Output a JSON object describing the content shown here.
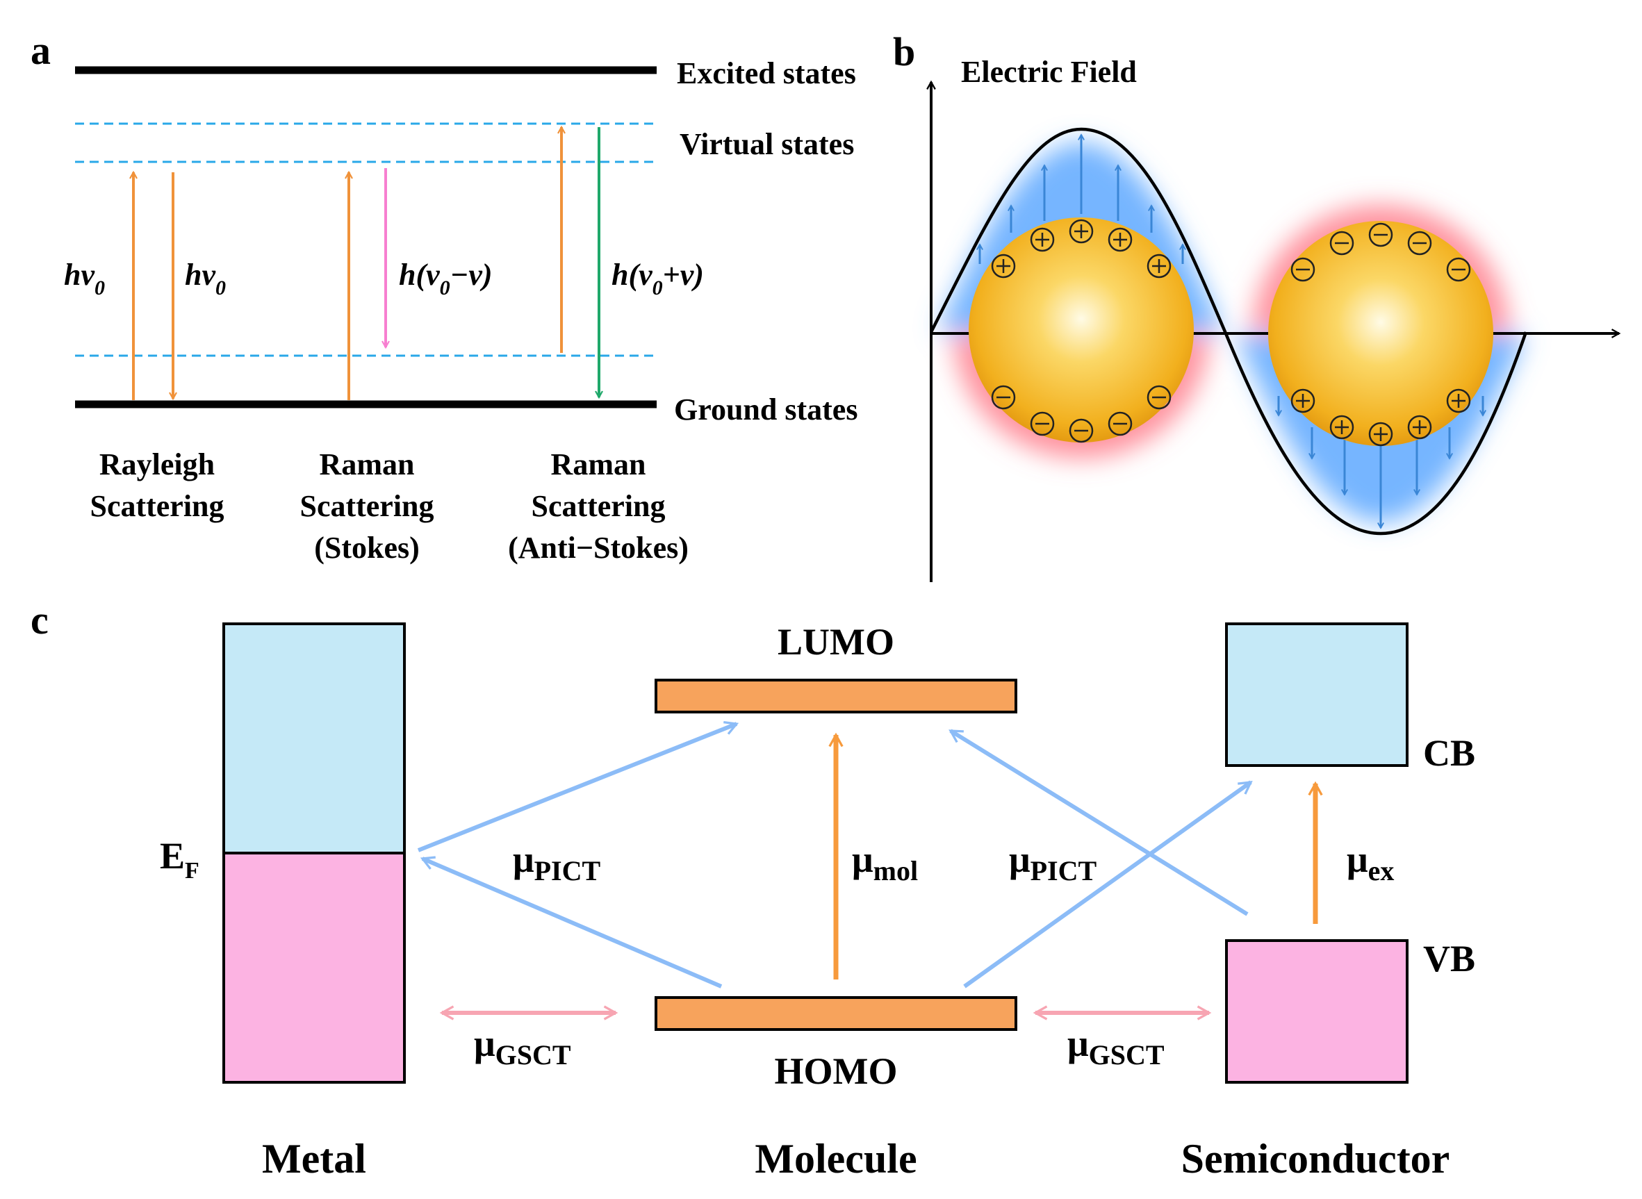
{
  "panel_a": {
    "letter": "a",
    "levels": {
      "excited": "Excited states",
      "virtual": "Virtual states",
      "ground": "Ground states"
    },
    "transitions": {
      "rayleigh_up": {
        "base": "hv",
        "sub": "0"
      },
      "rayleigh_down": {
        "base": "hv",
        "sub": "0"
      },
      "stokes": {
        "pre": "h(v",
        "sub": "0",
        "post": "−v)"
      },
      "anti_stokes": {
        "pre": "h(v",
        "sub": "0",
        "post": "+v)"
      }
    },
    "categories": [
      [
        "Rayleigh",
        "Scattering"
      ],
      [
        "Raman",
        "Scattering",
        "(Stokes)"
      ],
      [
        "Raman",
        "Scattering",
        "(Anti−Stokes)"
      ]
    ],
    "colors": {
      "excitation": "#f0923a",
      "stokes": "#f77fd0",
      "anti_stokes": "#1fa86a",
      "virtual_line": "#29a8e8"
    }
  },
  "panel_b": {
    "letter": "b",
    "axis_label": "Electric Field",
    "colors": {
      "field_arrow": "#3a86d6",
      "glow_blue": "#5ea8ff",
      "glow_red": "#ff6f7d",
      "sphere": "#f2b01e"
    }
  },
  "panel_c": {
    "letter": "c",
    "metal": {
      "label": "Metal",
      "fermi": {
        "base": "E",
        "sub": "F"
      }
    },
    "molecule": {
      "label": "Molecule",
      "lumo": "LUMO",
      "homo": "HOMO"
    },
    "semiconductor": {
      "label": "Semiconductor",
      "cb": "CB",
      "vb": "VB"
    },
    "transitions": {
      "pict_left": {
        "base": "μ",
        "sub": "PICT"
      },
      "mol": {
        "base": "μ",
        "sub": "mol"
      },
      "pict_right": {
        "base": "μ",
        "sub": "PICT"
      },
      "ex": {
        "base": "μ",
        "sub": "ex"
      },
      "gsct_left": {
        "base": "μ",
        "sub": "GSCT"
      },
      "gsct_right": {
        "base": "μ",
        "sub": "GSCT"
      }
    },
    "colors": {
      "conduction": "#c5e9f7",
      "valence": "#fcb3e2",
      "orbital": "#f7a35c",
      "pict_arrow": "#8cbcf7",
      "gsct_arrow": "#f7a5b2",
      "orange_arrow": "#f79a3c"
    }
  }
}
